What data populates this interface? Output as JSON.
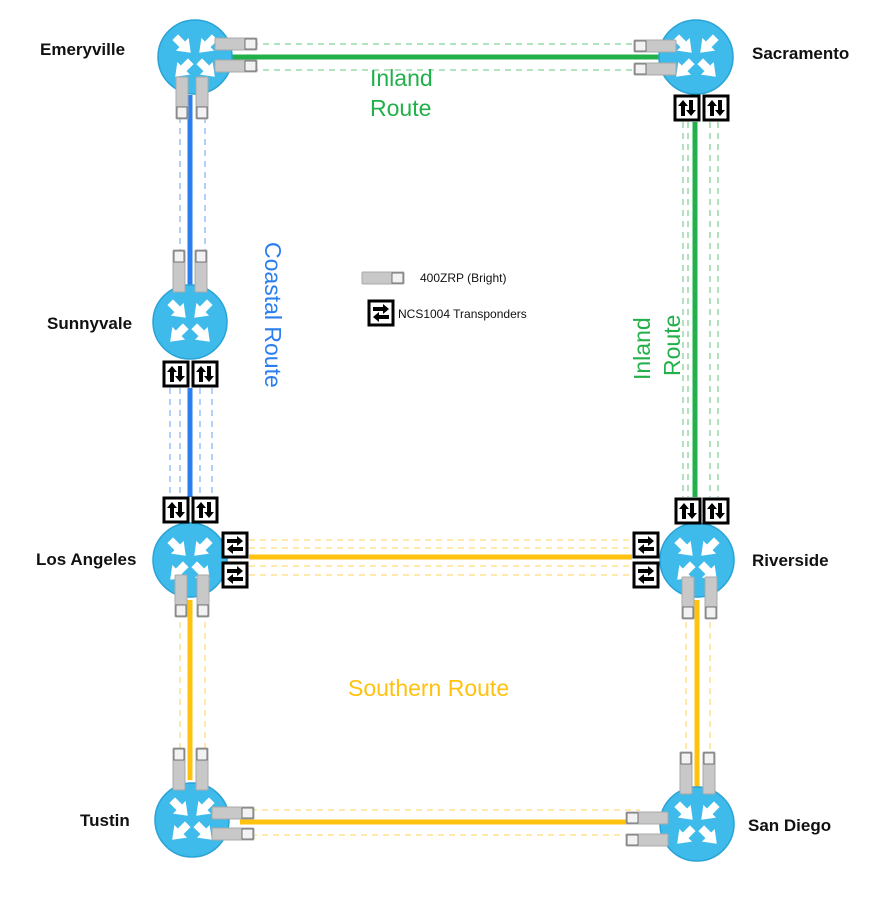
{
  "colors": {
    "router": "#3fbbeb",
    "inland": "#22b04a",
    "coastal": "#2a7ef0",
    "southern": "#ffc20e",
    "pluggable": "#c8c8c8",
    "transponder": "#000000"
  },
  "nodes": [
    {
      "id": "emeryville",
      "label": "Emeryville"
    },
    {
      "id": "sacramento",
      "label": "Sacramento"
    },
    {
      "id": "sunnyvale",
      "label": "Sunnyvale"
    },
    {
      "id": "los-angeles",
      "label": "Los Angeles"
    },
    {
      "id": "riverside",
      "label": "Riverside"
    },
    {
      "id": "tustin",
      "label": "Tustin"
    },
    {
      "id": "san-diego",
      "label": "San Diego"
    }
  ],
  "routes": {
    "inland_top": {
      "line1": "Inland",
      "line2": "Route"
    },
    "inland_side": {
      "line1": "Inland",
      "line2": "Route"
    },
    "coastal": "Coastal Route",
    "southern": "Southern Route"
  },
  "links": [
    {
      "from": "emeryville",
      "to": "sacramento",
      "route": "inland",
      "optics": "400ZRP"
    },
    {
      "from": "sacramento",
      "to": "riverside",
      "route": "inland",
      "optics": "NCS1004"
    },
    {
      "from": "emeryville",
      "to": "sunnyvale",
      "route": "coastal",
      "optics": "400ZRP"
    },
    {
      "from": "sunnyvale",
      "to": "los-angeles",
      "route": "coastal",
      "optics": "NCS1004"
    },
    {
      "from": "los-angeles",
      "to": "riverside",
      "route": "southern",
      "optics": "NCS1004"
    },
    {
      "from": "los-angeles",
      "to": "tustin",
      "route": "southern",
      "optics": "400ZRP"
    },
    {
      "from": "riverside",
      "to": "san-diego",
      "route": "southern",
      "optics": "400ZRP"
    },
    {
      "from": "tustin",
      "to": "san-diego",
      "route": "southern",
      "optics": "400ZRP"
    }
  ],
  "legend": {
    "pluggable": "400ZRP (Bright)",
    "transponder": "NCS1004 Transponders"
  }
}
